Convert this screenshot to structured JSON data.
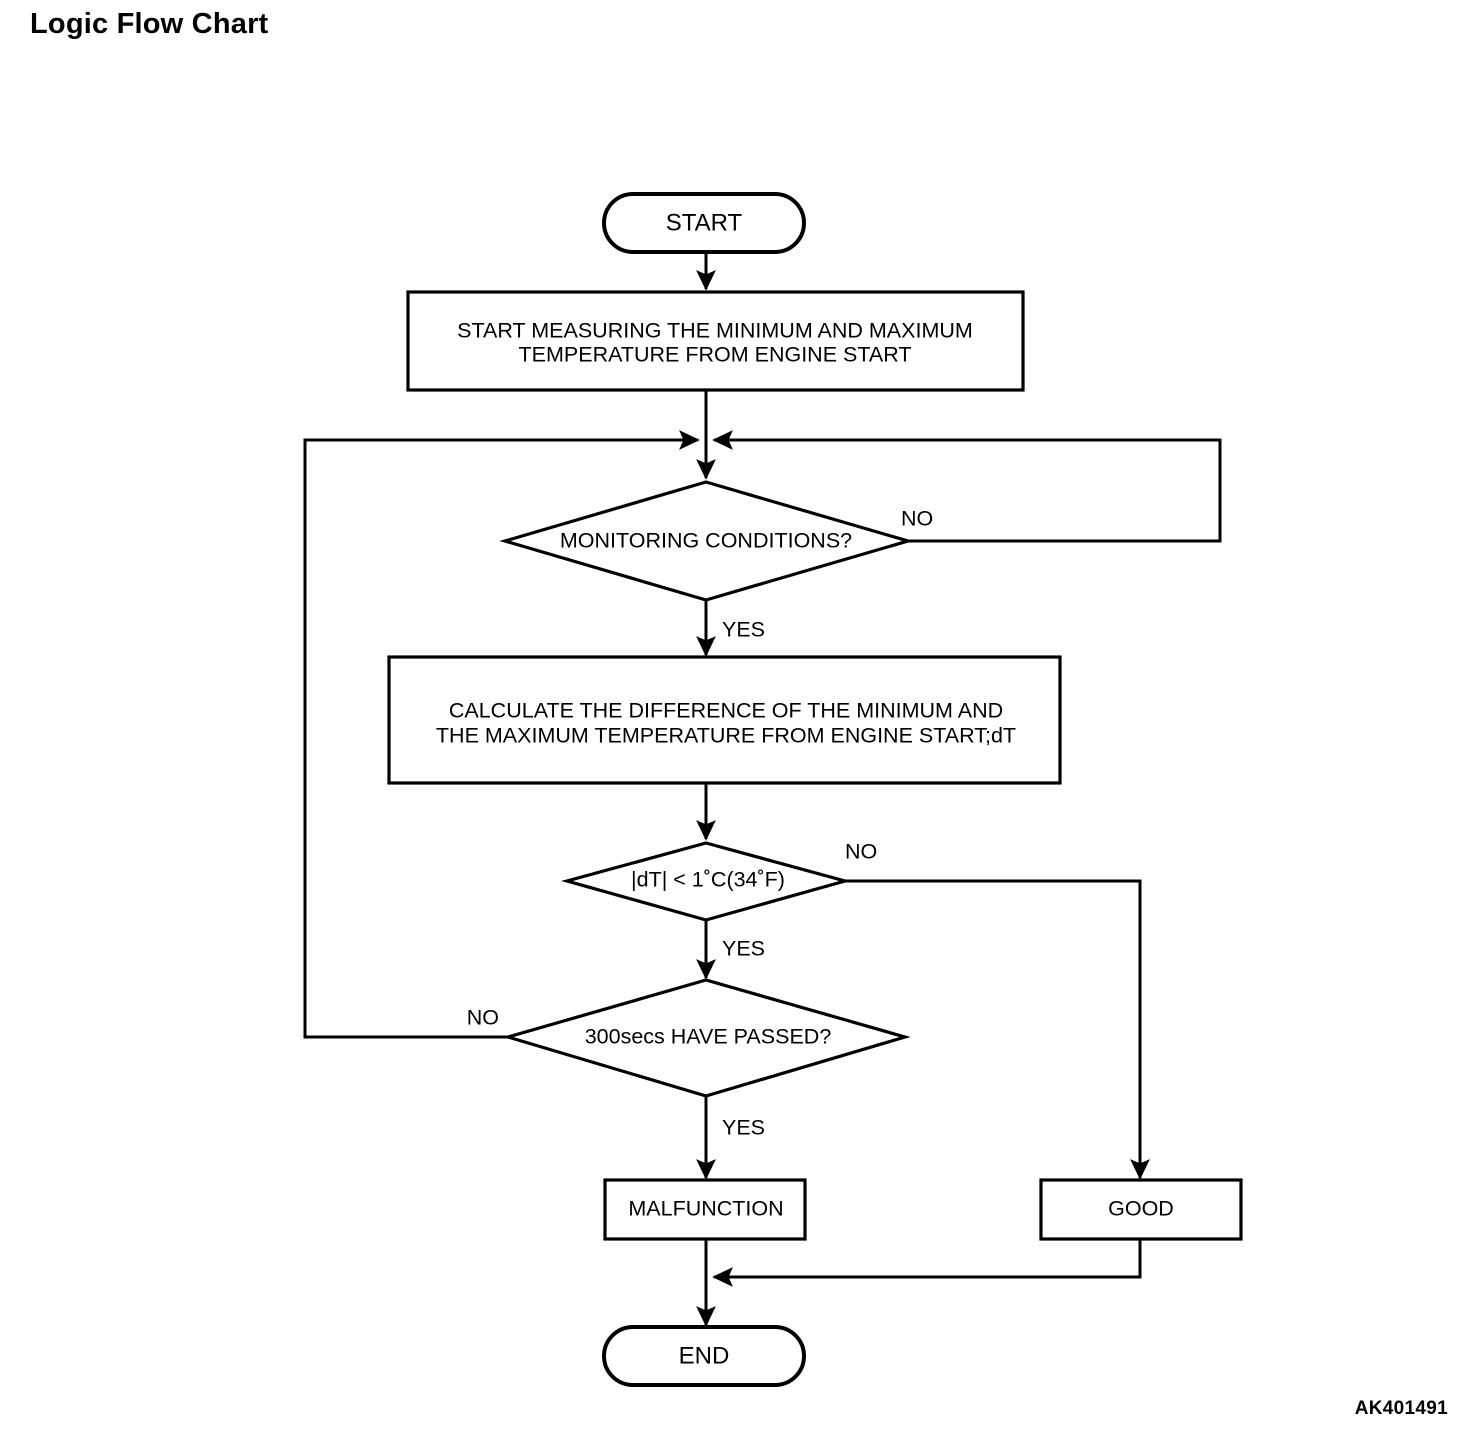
{
  "page": {
    "title": "Logic Flow Chart",
    "figure_code": "AK401491"
  },
  "chart_data": {
    "type": "diagram",
    "diagram_type": "flowchart",
    "title": "Logic Flow Chart",
    "orientation": "top-to-bottom",
    "nodes": [
      {
        "id": "start",
        "shape": "terminator",
        "text": "START"
      },
      {
        "id": "measure",
        "shape": "process",
        "text": "START MEASURING THE MINIMUM AND MAXIMUM TEMPERATURE FROM ENGINE START",
        "lines": [
          "START MEASURING THE MINIMUM AND MAXIMUM",
          "TEMPERATURE FROM ENGINE START"
        ]
      },
      {
        "id": "monitoring",
        "shape": "decision",
        "text": "MONITORING CONDITIONS?"
      },
      {
        "id": "calculate",
        "shape": "process",
        "text": "CALCULATE THE DIFFERENCE OF THE MINIMUM AND THE MAXIMUM TEMPERATURE FROM ENGINE START;dT",
        "lines": [
          "CALCULATE THE DIFFERENCE OF THE MINIMUM AND",
          "THE MAXIMUM TEMPERATURE FROM ENGINE START;dT"
        ]
      },
      {
        "id": "dtcheck",
        "shape": "decision",
        "text": "|dT| < 1˚C(34˚F)"
      },
      {
        "id": "timecheck",
        "shape": "decision",
        "text": "300secs HAVE PASSED?"
      },
      {
        "id": "malfunction",
        "shape": "process",
        "text": "MALFUNCTION"
      },
      {
        "id": "good",
        "shape": "process",
        "text": "GOOD"
      },
      {
        "id": "end",
        "shape": "terminator",
        "text": "END"
      }
    ],
    "edges": [
      {
        "from": "start",
        "to": "measure",
        "label": ""
      },
      {
        "from": "measure",
        "to": "monitoring",
        "label": ""
      },
      {
        "from": "monitoring",
        "to": "calculate",
        "label": "YES"
      },
      {
        "from": "monitoring",
        "to": "monitoring",
        "label": "NO",
        "route": "right-loop-back"
      },
      {
        "from": "calculate",
        "to": "dtcheck",
        "label": ""
      },
      {
        "from": "dtcheck",
        "to": "timecheck",
        "label": "YES"
      },
      {
        "from": "dtcheck",
        "to": "good",
        "label": "NO",
        "route": "right-down"
      },
      {
        "from": "timecheck",
        "to": "malfunction",
        "label": "YES"
      },
      {
        "from": "timecheck",
        "to": "monitoring",
        "label": "NO",
        "route": "left-loop-back"
      },
      {
        "from": "malfunction",
        "to": "end",
        "label": ""
      },
      {
        "from": "good",
        "to": "end",
        "label": "",
        "route": "down-left-merge"
      }
    ],
    "edge_labels": {
      "monitoring_no": "NO",
      "monitoring_yes": "YES",
      "dtcheck_no": "NO",
      "dtcheck_yes": "YES",
      "timecheck_no": "NO",
      "timecheck_yes": "YES"
    },
    "colors": {
      "background": "#ffffff",
      "stroke": "#000000",
      "text": "#000000"
    }
  }
}
